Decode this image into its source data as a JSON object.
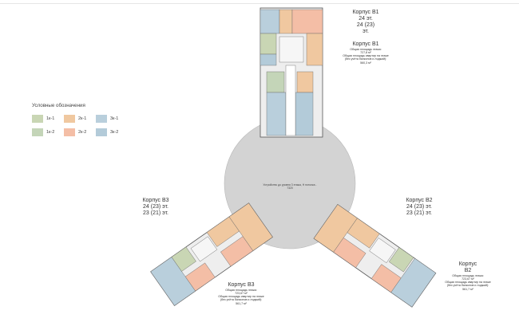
{
  "colors": {
    "one_room_1": "#c9d6b4",
    "one_room_2": "#c4d5b8",
    "two_room_1": "#f0c8a0",
    "two_room_2": "#f4bea6",
    "three_room_1": "#b9cfdc",
    "three_room_2": "#b3cbd9",
    "circle": "#d3d3d3",
    "core": "#eeeeee",
    "wall": "#555555",
    "text": "#333333"
  },
  "legend": {
    "title": "Условные обозначения",
    "items": [
      {
        "label": "1к-1",
        "color": "#c9d6b4"
      },
      {
        "label": "2к-1",
        "color": "#f0c8a0"
      },
      {
        "label": "3к-1",
        "color": "#b9cfdc"
      },
      {
        "label": "1к-2",
        "color": "#c4d5b8"
      },
      {
        "label": "2к-2",
        "color": "#f4bea6"
      },
      {
        "label": "3к-2",
        "color": "#b3cbd9"
      }
    ]
  },
  "hub": {
    "text": "Устройство до уровня 3 этажа, H потолка - 7320"
  },
  "buildings": {
    "b1": {
      "name": "Корпус В1",
      "floors1": "24 эт.",
      "floors2": "24 (23)",
      "floors3": "эт.",
      "name2": "Корпус В1",
      "area_label": "Общая площадь этажа:",
      "area_value": "727,8 м²",
      "apt_label": "Общая площадь квартир на этаже",
      "apt_note": "(без учёта балконов и лоджий):",
      "apt_value": "560,3 м²"
    },
    "b2": {
      "name": "Корпус В2",
      "floors1": "24 (23) эт.",
      "floors2": "23 (21) эт.",
      "name2a": "Корпус",
      "name2b": "В2",
      "area_label": "Общая площадь этажа:",
      "area_value": "723,67 м²",
      "apt_label": "Общая площадь квартир на этаже",
      "apt_note": "(без учёта балконов и лоджий):",
      "apt_value": "561,7 м²"
    },
    "b3": {
      "name": "Корпус В3",
      "floors1": "24 (23) эт.",
      "floors2": "23 (21) эт.",
      "name2": "Корпус В3",
      "area_label": "Общая площадь этажа:",
      "area_value": "723,67 м²",
      "apt_label": "Общая площадь квартир на этаже",
      "apt_note": "(без учёта балконов и лоджий):",
      "apt_value": "561,7 м²"
    }
  }
}
